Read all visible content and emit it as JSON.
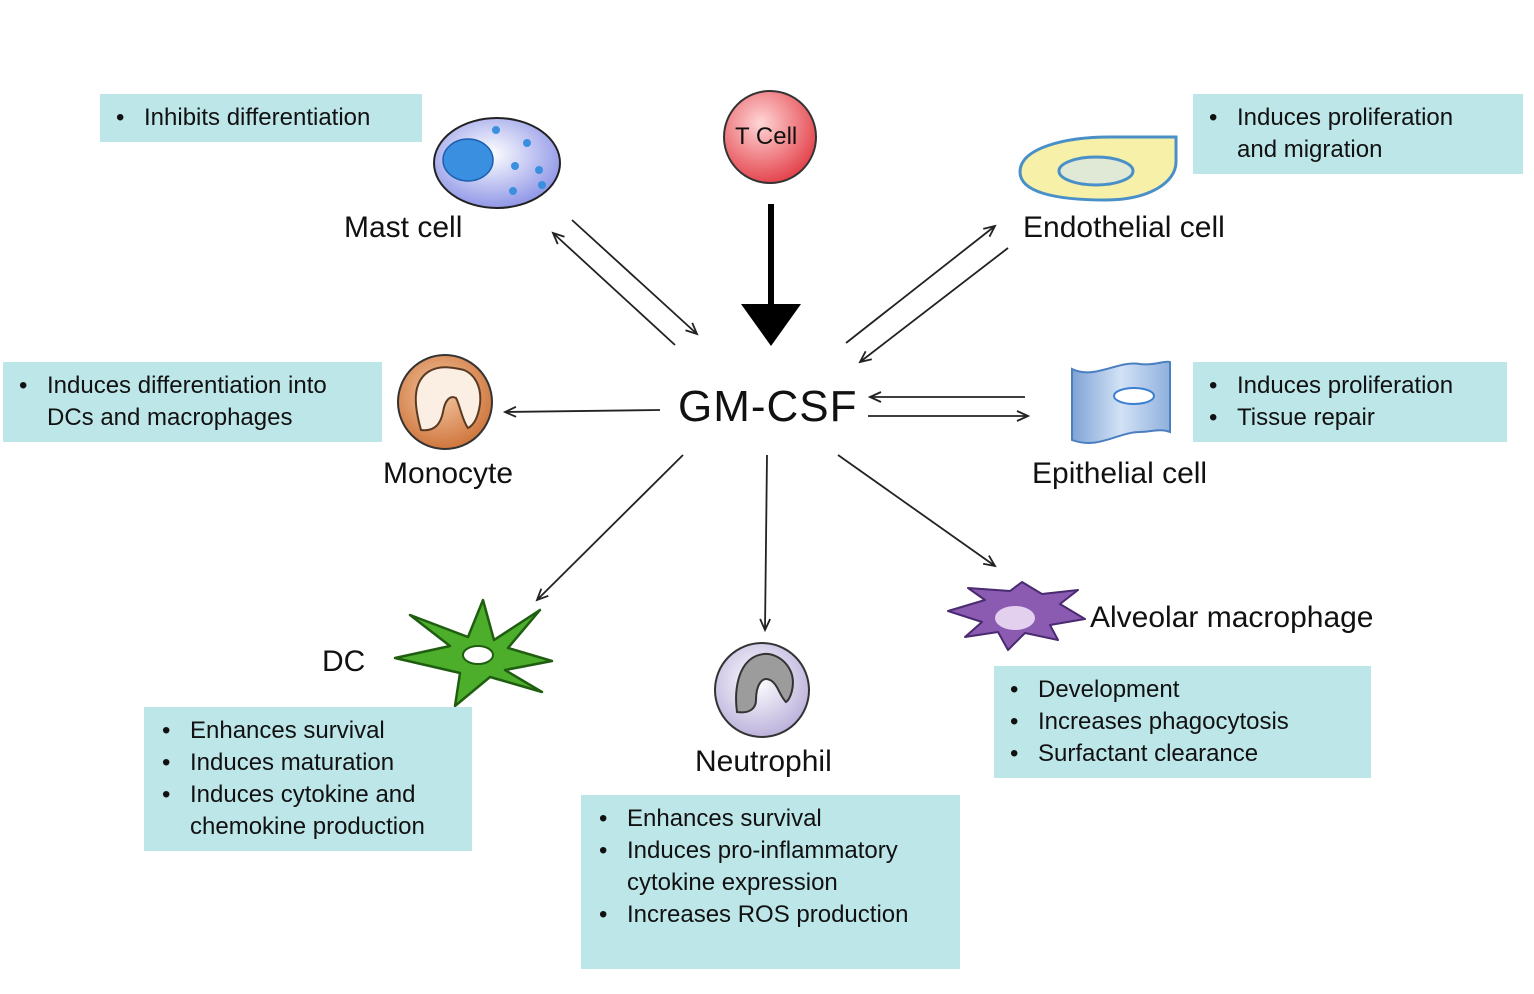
{
  "center": {
    "label": "GM-CSF"
  },
  "source": {
    "label": "T Cell"
  },
  "cells": {
    "mast": {
      "label": "Mast cell",
      "effects": [
        "Inhibits differentiation"
      ]
    },
    "endothelial": {
      "label": "Endothelial cell",
      "effects": [
        "Induces proliferation and migration"
      ]
    },
    "monocyte": {
      "label": "Monocyte",
      "effects": [
        "Induces differentiation into DCs and macrophages"
      ]
    },
    "epithelial": {
      "label": "Epithelial cell",
      "effects": [
        "Induces proliferation",
        "Tissue repair"
      ]
    },
    "dc": {
      "label": "DC",
      "effects": [
        "Enhances survival",
        "Induces maturation",
        "Induces cytokine and chemokine production"
      ]
    },
    "neutrophil": {
      "label": "Neutrophil",
      "effects": [
        "Enhances survival",
        "Induces pro-inflammatory cytokine expression",
        "Increases ROS production"
      ]
    },
    "alveolar": {
      "label": "Alveolar macrophage",
      "effects": [
        "Development",
        "Increases phagocytosis",
        "Surfactant clearance"
      ]
    }
  },
  "colors": {
    "box_fill": "#bde6e9",
    "tcell": "#e8535a",
    "mast": "#8b93e6",
    "endothelial": "#f6f0a8",
    "monocyte": "#d9844a",
    "epithelial": "#9fbde3",
    "dc": "#4cae2a",
    "neutrophil": "#c8bfe0",
    "alveolar": "#8a5bb0"
  }
}
